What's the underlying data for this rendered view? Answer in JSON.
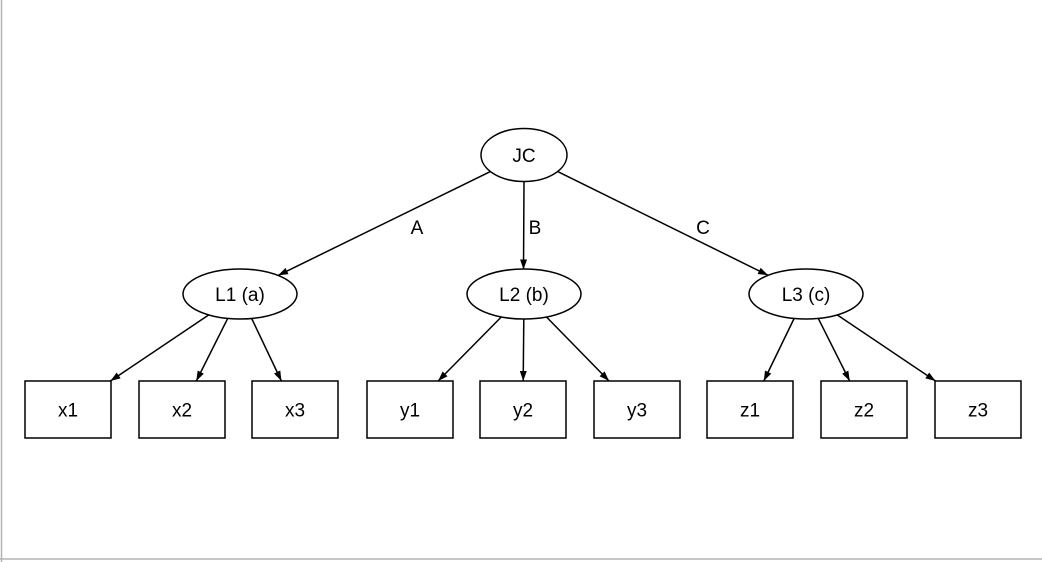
{
  "canvas": {
    "background": "#ffffff",
    "stroke_color": "#000000",
    "frame_color": "#b4b4b4"
  },
  "diagram": {
    "type": "graph",
    "description": "Latent variable tree: root JC points to three latent factors, each loading on three observed indicator boxes",
    "nodes": {
      "jc": {
        "label": "JC",
        "shape": "ellipse"
      },
      "l1": {
        "label": "L1 (a)",
        "shape": "ellipse"
      },
      "l2": {
        "label": "L2 (b)",
        "shape": "ellipse"
      },
      "l3": {
        "label": "L3 (c)",
        "shape": "ellipse"
      },
      "x1": {
        "label": "x1",
        "shape": "box"
      },
      "x2": {
        "label": "x2",
        "shape": "box"
      },
      "x3": {
        "label": "x3",
        "shape": "box"
      },
      "y1": {
        "label": "y1",
        "shape": "box"
      },
      "y2": {
        "label": "y2",
        "shape": "box"
      },
      "y3": {
        "label": "y3",
        "shape": "box"
      },
      "z1": {
        "label": "z1",
        "shape": "box"
      },
      "z2": {
        "label": "z2",
        "shape": "box"
      },
      "z3": {
        "label": "z3",
        "shape": "box"
      }
    },
    "edges": {
      "a": {
        "label": "A",
        "from": "jc",
        "to": "l1"
      },
      "b": {
        "label": "B",
        "from": "jc",
        "to": "l2"
      },
      "c": {
        "label": "C",
        "from": "jc",
        "to": "l3"
      },
      "l1_x1": {
        "label": "",
        "from": "l1",
        "to": "x1"
      },
      "l1_x2": {
        "label": "",
        "from": "l1",
        "to": "x2"
      },
      "l1_x3": {
        "label": "",
        "from": "l1",
        "to": "x3"
      },
      "l2_y1": {
        "label": "",
        "from": "l2",
        "to": "y1"
      },
      "l2_y2": {
        "label": "",
        "from": "l2",
        "to": "y2"
      },
      "l2_y3": {
        "label": "",
        "from": "l2",
        "to": "y3"
      },
      "l3_z1": {
        "label": "",
        "from": "l3",
        "to": "z1"
      },
      "l3_z2": {
        "label": "",
        "from": "l3",
        "to": "z2"
      },
      "l3_z3": {
        "label": "",
        "from": "l3",
        "to": "z3"
      }
    }
  }
}
